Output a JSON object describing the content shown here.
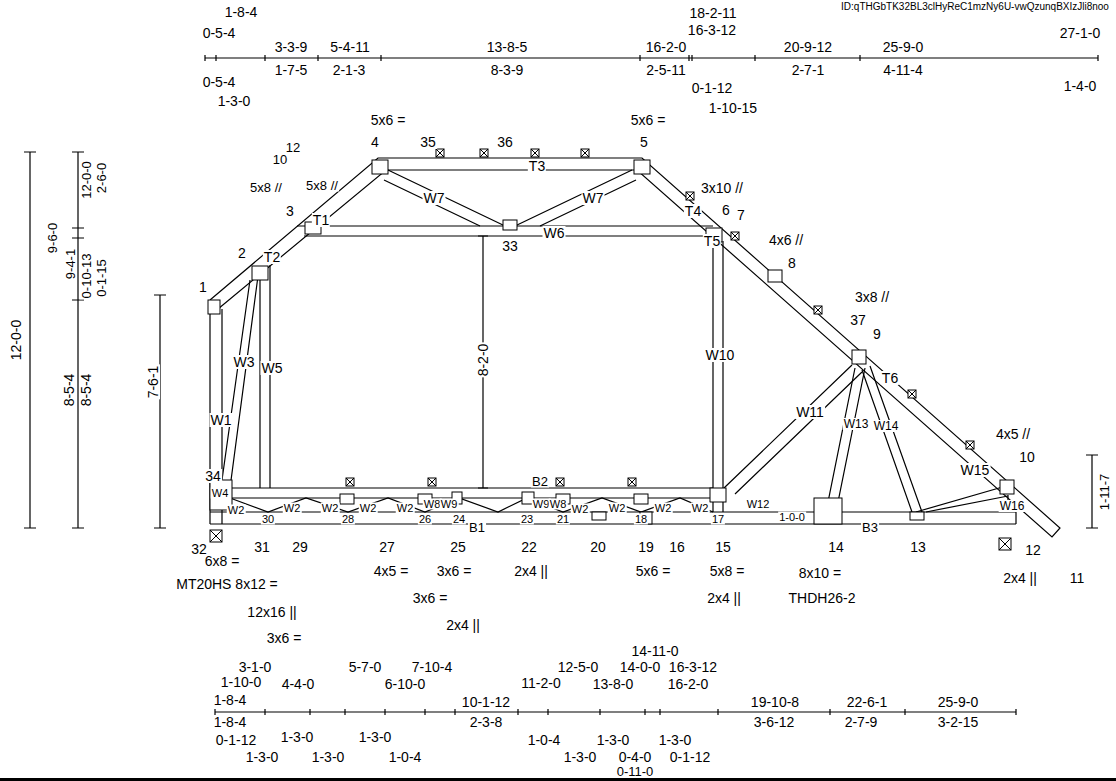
{
  "diagram": {
    "labels": [
      "ID:qTHGbTK32BL3clHyReC1mzNy6U-vwQzunqBXIzJli8noo",
      "1-8-4",
      "0-5-4",
      "3-3-9",
      "5-4-11",
      "13-8-5",
      "16-2-0",
      "18-2-11",
      "16-3-12",
      "20-9-12",
      "25-9-0",
      "27-1-0",
      "0-5-4",
      "1-3-0",
      "1-7-5",
      "2-1-3",
      "8-3-9",
      "2-5-11",
      "0-1-12",
      "1-10-15",
      "2-7-1",
      "4-11-4",
      "1-4-0",
      "12-0-0",
      "9-6-0",
      "9-4-1",
      "12-0-0",
      "2-6-0",
      "0-10-13",
      "0-1-15",
      "8-5-4",
      "8-5-4",
      "7-6-1",
      "8-2-0",
      "1-11-7",
      "5x6 =",
      "5x6 =",
      "10",
      "12",
      "5x8 //",
      "5x8 //",
      "3x10 //",
      "4x6 //",
      "3x8 //",
      "4x5 //",
      "2x4 ||",
      "6x8 =",
      "MT20HS 8x12 =",
      "12x16 ||",
      "3x6 =",
      "4x5 =",
      "3x6 =",
      "3x6 =",
      "2x4 ||",
      "2x4 ||",
      "5x6 =",
      "5x8 =",
      "2x4 ||",
      "8x10 =",
      "THDH26-2",
      "1",
      "2",
      "3",
      "4",
      "35",
      "36",
      "5",
      "6",
      "7",
      "8",
      "37",
      "9",
      "10",
      "11",
      "12",
      "13",
      "14",
      "15",
      "16",
      "19",
      "20",
      "22",
      "25",
      "27",
      "29",
      "31",
      "32",
      "34",
      "33",
      "30",
      "28",
      "26",
      "24",
      "23",
      "21",
      "18",
      "17",
      "1-0-0",
      "T1",
      "T2",
      "T3",
      "T4",
      "T5",
      "T6",
      "W1",
      "W3",
      "W5",
      "W7",
      "W7",
      "W6",
      "W10",
      "W11",
      "W13",
      "W14",
      "W15",
      "W16",
      "W4",
      "W2",
      "W2",
      "W2",
      "W2",
      "W2",
      "W8",
      "W9",
      "W9",
      "W8",
      "W2",
      "W2",
      "W2",
      "W2",
      "W12",
      "B1",
      "B2",
      "B3",
      "14-11-0",
      "3-1-0",
      "5-7-0",
      "7-10-4",
      "12-5-0",
      "14-0-0",
      "16-3-12",
      "1-10-0",
      "4-4-0",
      "6-10-0",
      "11-2-0",
      "13-8-0",
      "16-2-0",
      "1-8-4",
      "10-1-12",
      "19-10-8",
      "22-6-1",
      "25-9-0",
      "1-8-4",
      "2-3-8",
      "3-6-12",
      "2-7-9",
      "3-2-15",
      "0-1-12",
      "1-3-0",
      "1-3-0",
      "1-3-0",
      "1-3-0",
      "1-0-4",
      "1-0-4",
      "1-3-0",
      "1-3-0",
      "1-3-0",
      "0-4-0",
      "0-1-12",
      "0-11-0"
    ]
  }
}
